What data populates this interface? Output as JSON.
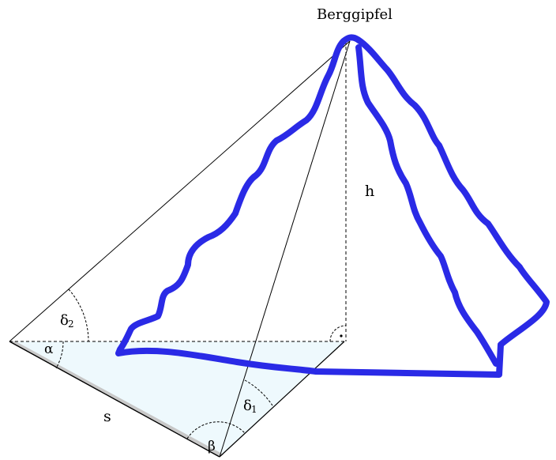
{
  "labels": {
    "peak": "Berggipfel",
    "height": "h",
    "distance": "s",
    "alpha": "α",
    "beta": "β",
    "delta_1_symbol": "δ",
    "delta_1_sub": "1",
    "delta_2_symbol": "δ",
    "delta_2_sub": "2"
  },
  "colors": {
    "mountain_outline": "#2a2ae6",
    "base_fill": "#eef9fd",
    "lines": "#000000"
  }
}
